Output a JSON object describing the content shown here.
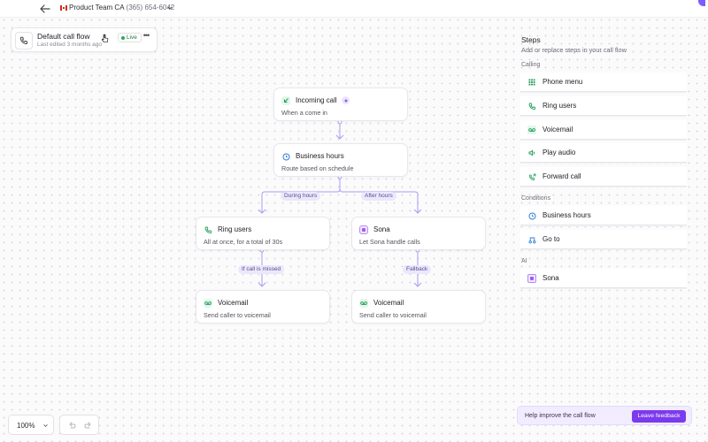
{
  "topbar": {
    "line_name": "Product Team CA",
    "line_number": "(365) 654-6042",
    "icons": [
      "back-arrow-icon",
      "canada-flag-icon",
      "chevron-down-icon"
    ]
  },
  "call_flow": {
    "title": "Default call flow",
    "subtitle": "Last edited 3 months ago",
    "status": "Live",
    "icon": "phone-icon"
  },
  "nodes": {
    "incoming": {
      "title": "Incoming call",
      "desc": "When a come in",
      "icon": "incoming-call-icon"
    },
    "hours": {
      "title": "Business hours",
      "desc": "Route based on schedule",
      "icon": "clock-icon"
    },
    "ring": {
      "title": "Ring users",
      "desc": "All at once, for a total of 30s",
      "icon": "ring-phone-icon"
    },
    "sona": {
      "title": "Sona",
      "desc": "Let Sona handle calls",
      "icon": "sona-ai-icon"
    },
    "vm_left": {
      "title": "Voicemail",
      "desc": "Send caller to voicemail",
      "icon": "voicemail-icon"
    },
    "vm_right": {
      "title": "Voicemail",
      "desc": "Send caller to voicemail",
      "icon": "voicemail-icon"
    }
  },
  "edges": {
    "during_hours": "During hours",
    "after_hours": "After hours",
    "if_missed": "If call is missed",
    "fallback": "Fallback"
  },
  "steps_panel": {
    "title": "Steps",
    "subtitle": "Add or replace steps in your call flow",
    "sections": [
      {
        "label": "Calling",
        "items": [
          {
            "label": "Phone menu",
            "icon": "phone-menu-grid-icon"
          },
          {
            "label": "Ring users",
            "icon": "ring-phone-icon"
          },
          {
            "label": "Voicemail",
            "icon": "voicemail-icon"
          },
          {
            "label": "Play audio",
            "icon": "speaker-icon"
          },
          {
            "label": "Forward call",
            "icon": "forward-call-icon"
          }
        ]
      },
      {
        "label": "Conditions",
        "items": [
          {
            "label": "Business hours",
            "icon": "clock-icon"
          },
          {
            "label": "Go to",
            "icon": "go-to-icon"
          }
        ]
      },
      {
        "label": "AI",
        "items": [
          {
            "label": "Sona",
            "icon": "sona-ai-icon"
          }
        ]
      }
    ]
  },
  "feedback": {
    "text": "Help improve the call flow",
    "button": "Leave feedback"
  },
  "zoom": {
    "value": "100%"
  },
  "colors": {
    "accent": "#7c3aed",
    "edge": "#a99df0",
    "live_green": "#27a95a",
    "calling_green": "#1f9d55",
    "condition_blue": "#2f7fd8"
  }
}
